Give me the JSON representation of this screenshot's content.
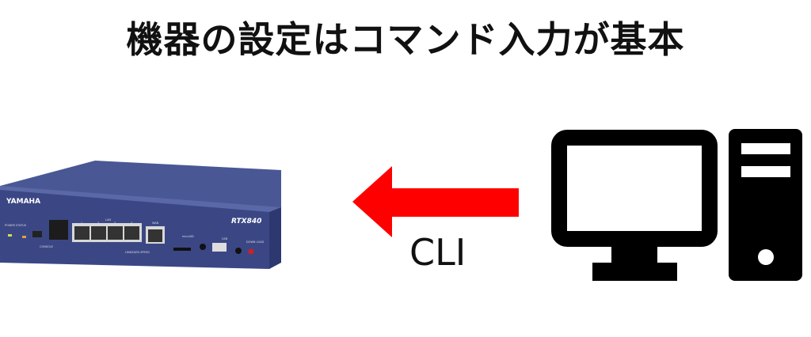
{
  "title": "機器の設定はコマンド入力が基本",
  "arrow_label": "CLI",
  "router": {
    "brand": "YAMAHA",
    "model": "RTX840",
    "labels": {
      "power": "POWER",
      "status": "STATUS",
      "console": "CONSOLE",
      "lan": "LAN",
      "wan": "WAN",
      "microsd": "microSD",
      "usb": "USB",
      "download": "DOWN LOAD",
      "link": "LINK/DATA SPEED",
      "ports": [
        "1",
        "2",
        "3",
        "4"
      ]
    }
  },
  "colors": {
    "arrow": "#ff0000",
    "router_body": "#3b4785",
    "icon": "#000000"
  }
}
